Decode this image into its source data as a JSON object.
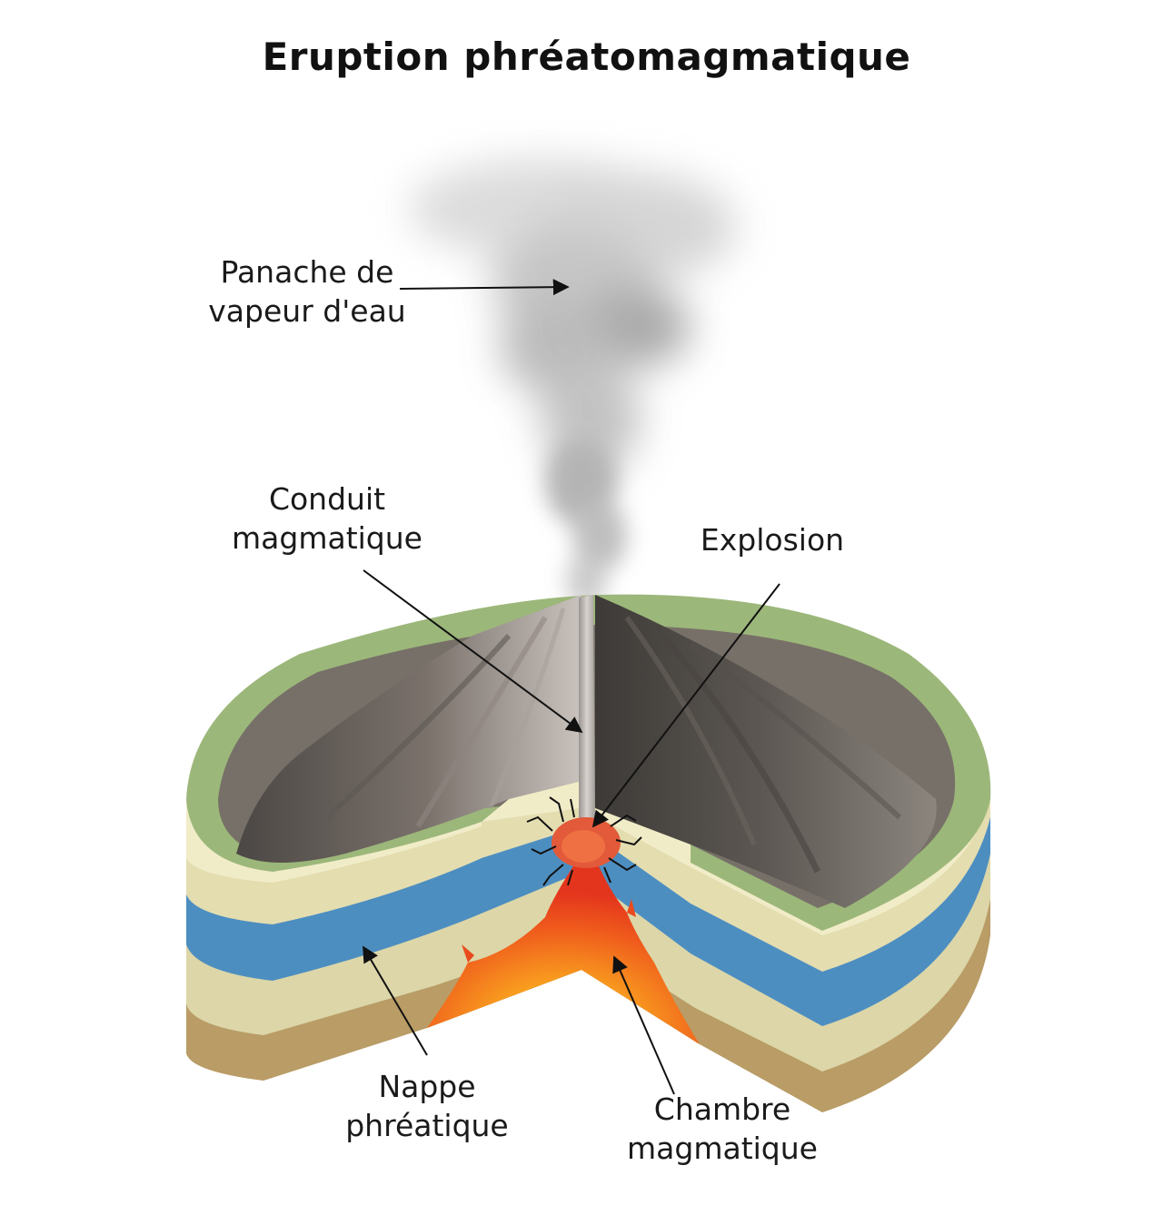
{
  "title": "Eruption phréatomagmatique",
  "labels": {
    "plume": {
      "line1": "Panache de",
      "line2": "vapeur d'eau"
    },
    "conduit": {
      "line1": "Conduit",
      "line2": "magmatique"
    },
    "explosion": {
      "line1": "Explosion"
    },
    "water_table": {
      "line1": "Nappe",
      "line2": "phréatique"
    },
    "chamber": {
      "line1": "Chambre",
      "line2": "magmatique"
    }
  },
  "colors": {
    "grass": "#9fb87a",
    "grass_dark": "#7f9a5c",
    "sand_light": "#eee9c2",
    "sand": "#d9d3a4",
    "water": "#4f8fc0",
    "earth": "#c2a772",
    "earth_dark": "#a88a58",
    "cone_dark": "#4a4641",
    "cone_light": "#bdb5b0",
    "magma_red": "#e53a1f",
    "magma_orange": "#f58a1e",
    "magma_yellow": "#fde02c",
    "smoke": "#8a8a8a"
  }
}
